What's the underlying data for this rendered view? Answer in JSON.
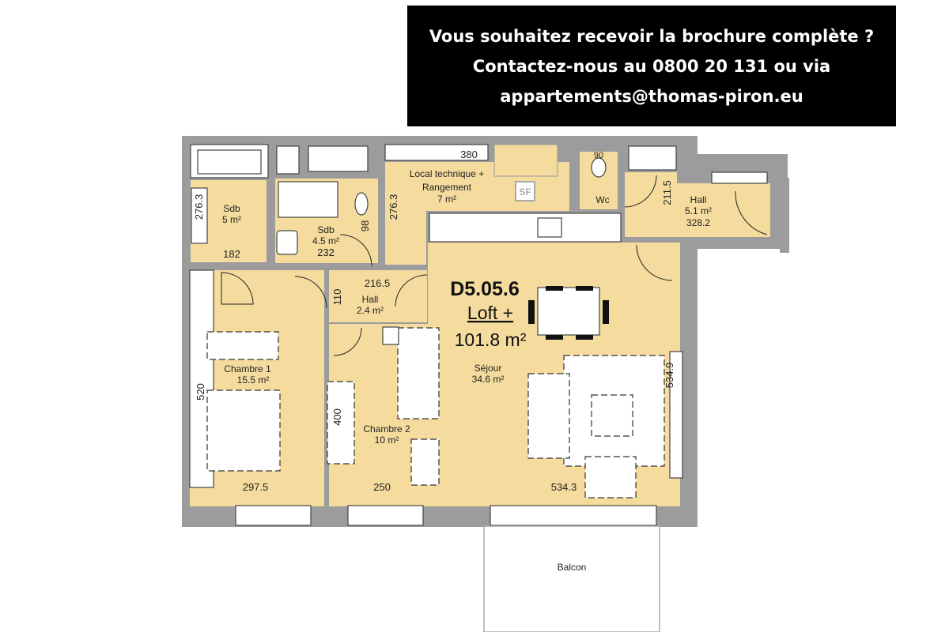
{
  "banner": {
    "line1": "Vous souhaitez recevoir la brochure complète ?",
    "line2": "Contactez-nous au 0800 20 131 ou via",
    "line3": "appartements@thomas-piron.eu"
  },
  "unit": {
    "code": "D5.05.6",
    "type": "Loft +",
    "area": "101.8 m²"
  },
  "rooms": {
    "sdb1": {
      "name": "Sdb",
      "area": "5 m²",
      "dim_w": "182",
      "dim_h": "276.3"
    },
    "sdb2": {
      "name": "Sdb",
      "area": "4.5 m²",
      "dim_w": "232",
      "dim_h": "98"
    },
    "local": {
      "name": "Local technique +",
      "name2": "Rangement",
      "area": "7 m²",
      "dim_w": "380",
      "dim_h": "276.3",
      "sf": "SF"
    },
    "wc": {
      "name": "Wc",
      "dim": "90"
    },
    "hall_entry": {
      "name": "Hall",
      "area": "5.1 m²",
      "dim_w": "328.2",
      "dim_h": "211.5"
    },
    "hall_small": {
      "name": "Hall",
      "area": "2.4 m²",
      "dim_w": "216.5",
      "dim_h": "110"
    },
    "chambre1": {
      "name": "Chambre 1",
      "area": "15.5 m²",
      "dim_w": "297.5",
      "dim_h": "520"
    },
    "chambre2": {
      "name": "Chambre 2",
      "area": "10 m²",
      "dim_w": "250",
      "dim_h": "400"
    },
    "sejour": {
      "name": "Séjour",
      "area": "34.6 m²",
      "dim_w": "534.3",
      "dim_h": "534.9"
    },
    "balcon": {
      "name": "Balcon"
    }
  },
  "colors": {
    "room_fill": "#f5dc9e",
    "wall": "#9c9c9c",
    "banner_bg": "#000000",
    "banner_text": "#ffffff"
  }
}
